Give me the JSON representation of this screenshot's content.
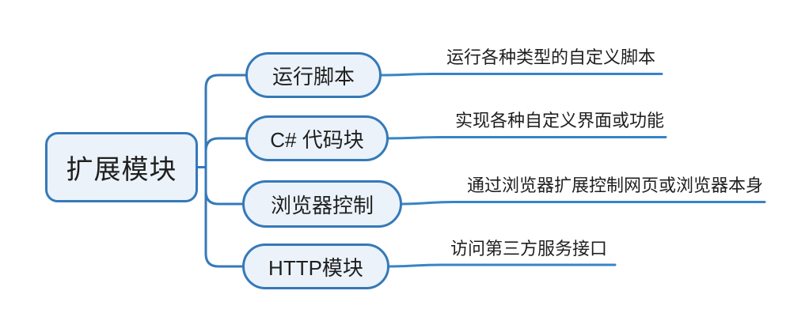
{
  "diagram": {
    "type": "mindmap",
    "root": {
      "label": "扩展模块"
    },
    "branches": [
      {
        "label": "运行脚本",
        "note": "运行各种类型的自定义脚本"
      },
      {
        "label": "C# 代码块",
        "note": "实现各种自定义界面或功能"
      },
      {
        "label": "浏览器控制",
        "note": "通过浏览器扩展控制网页或浏览器本身"
      },
      {
        "label": "HTTP模块",
        "note": "访问第三方服务接口"
      }
    ],
    "colors": {
      "node_border": "#3579b8",
      "node_fill": "#ebf2fa",
      "connector": "#3579b8",
      "note_line": "#3784c6",
      "text": "#1f1f1f",
      "background": "#ffffff"
    }
  }
}
